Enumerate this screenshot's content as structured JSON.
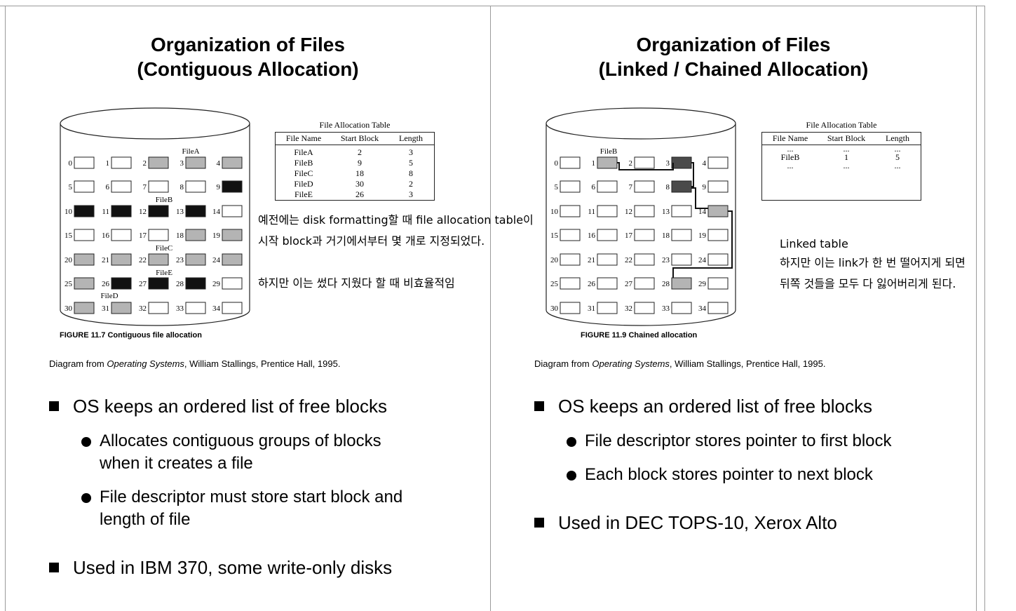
{
  "left": {
    "title_line1": "Organization of Files",
    "title_line2": "(Contiguous Allocation)",
    "table": {
      "caption": "File Allocation Table",
      "headers": [
        "File Name",
        "Start Block",
        "Length"
      ],
      "rows": [
        [
          "FileA",
          "2",
          "3"
        ],
        [
          "FileB",
          "9",
          "5"
        ],
        [
          "FileC",
          "18",
          "8"
        ],
        [
          "FileD",
          "30",
          "2"
        ],
        [
          "FileE",
          "26",
          "3"
        ]
      ]
    },
    "disk_labels": [
      "FileA",
      "FileB",
      "FileC",
      "FileE",
      "FileD"
    ],
    "figure_caption": "FIGURE 11.7  Contiguous file allocation",
    "credit": {
      "prefix": "Diagram from ",
      "book": "Operating Systems",
      "suffix": ", William Stallings, Prentice Hall, 1995."
    },
    "note_lines": [
      "예전에는 disk formatting할 때 file allocation table이",
      "시작 block과 거기에서부터 몇 개로 지정되었다.",
      "",
      "하지만 이는 썼다 지웠다 할 때 비효율적임"
    ],
    "bullets": {
      "b1": "OS keeps an ordered list of free blocks",
      "s1_l1": "Allocates contiguous groups of blocks",
      "s1_l2": "when it creates a file",
      "s2_l1": "File descriptor must store start block and",
      "s2_l2": "length of file",
      "b2": "Used in IBM 370, some write-only disks"
    }
  },
  "right": {
    "title_line1": "Organization of Files",
    "title_line2": "(Linked / Chained Allocation)",
    "table": {
      "caption": "File Allocation Table",
      "headers": [
        "File Name",
        "Start Block",
        "Length"
      ],
      "rows": [
        [
          "...",
          "...",
          "..."
        ],
        [
          "FileB",
          "1",
          "5"
        ],
        [
          "...",
          "...",
          "..."
        ]
      ]
    },
    "disk_labels": [
      "FileB"
    ],
    "figure_caption": "FIGURE 11.9  Chained allocation",
    "credit": {
      "prefix": "Diagram from ",
      "book": "Operating Systems",
      "suffix": ", William Stallings, Prentice Hall, 1995."
    },
    "note_lines": [
      "Linked table",
      "하지만 이는 link가 한 번 떨어지게 되면",
      "뒤쪽 것들을 모두 다 잃어버리게 된다."
    ],
    "bullets": {
      "b1": "OS keeps an ordered list of free blocks",
      "s1": "File descriptor stores pointer to first block",
      "s2": "Each block stores pointer to next block",
      "b2": "Used in DEC TOPS-10, Xerox Alto"
    }
  },
  "disk": {
    "block_numbers": [
      "0",
      "1",
      "2",
      "3",
      "4",
      "5",
      "6",
      "7",
      "8",
      "9",
      "10",
      "11",
      "12",
      "13",
      "14",
      "15",
      "16",
      "17",
      "18",
      "19",
      "20",
      "21",
      "22",
      "23",
      "24",
      "25",
      "26",
      "27",
      "28",
      "29",
      "30",
      "31",
      "32",
      "33",
      "34"
    ],
    "left_fill": {
      "2": "gray",
      "3": "gray",
      "4": "gray",
      "9": "black",
      "10": "black",
      "11": "black",
      "12": "black",
      "13": "black",
      "18": "gray",
      "19": "gray",
      "20": "gray",
      "21": "gray",
      "22": "gray",
      "23": "gray",
      "24": "gray",
      "25": "gray",
      "26": "black",
      "27": "black",
      "28": "black",
      "30": "gray",
      "31": "gray"
    },
    "right_fill": {
      "1": "gray",
      "3": "dark",
      "8": "dark",
      "14": "gray",
      "28": "gray"
    }
  },
  "colors": {
    "gray_block": "#b4b4b4",
    "black_block": "#111111",
    "dark_block": "#4a4a4a",
    "divider": "#9a9a9a"
  }
}
